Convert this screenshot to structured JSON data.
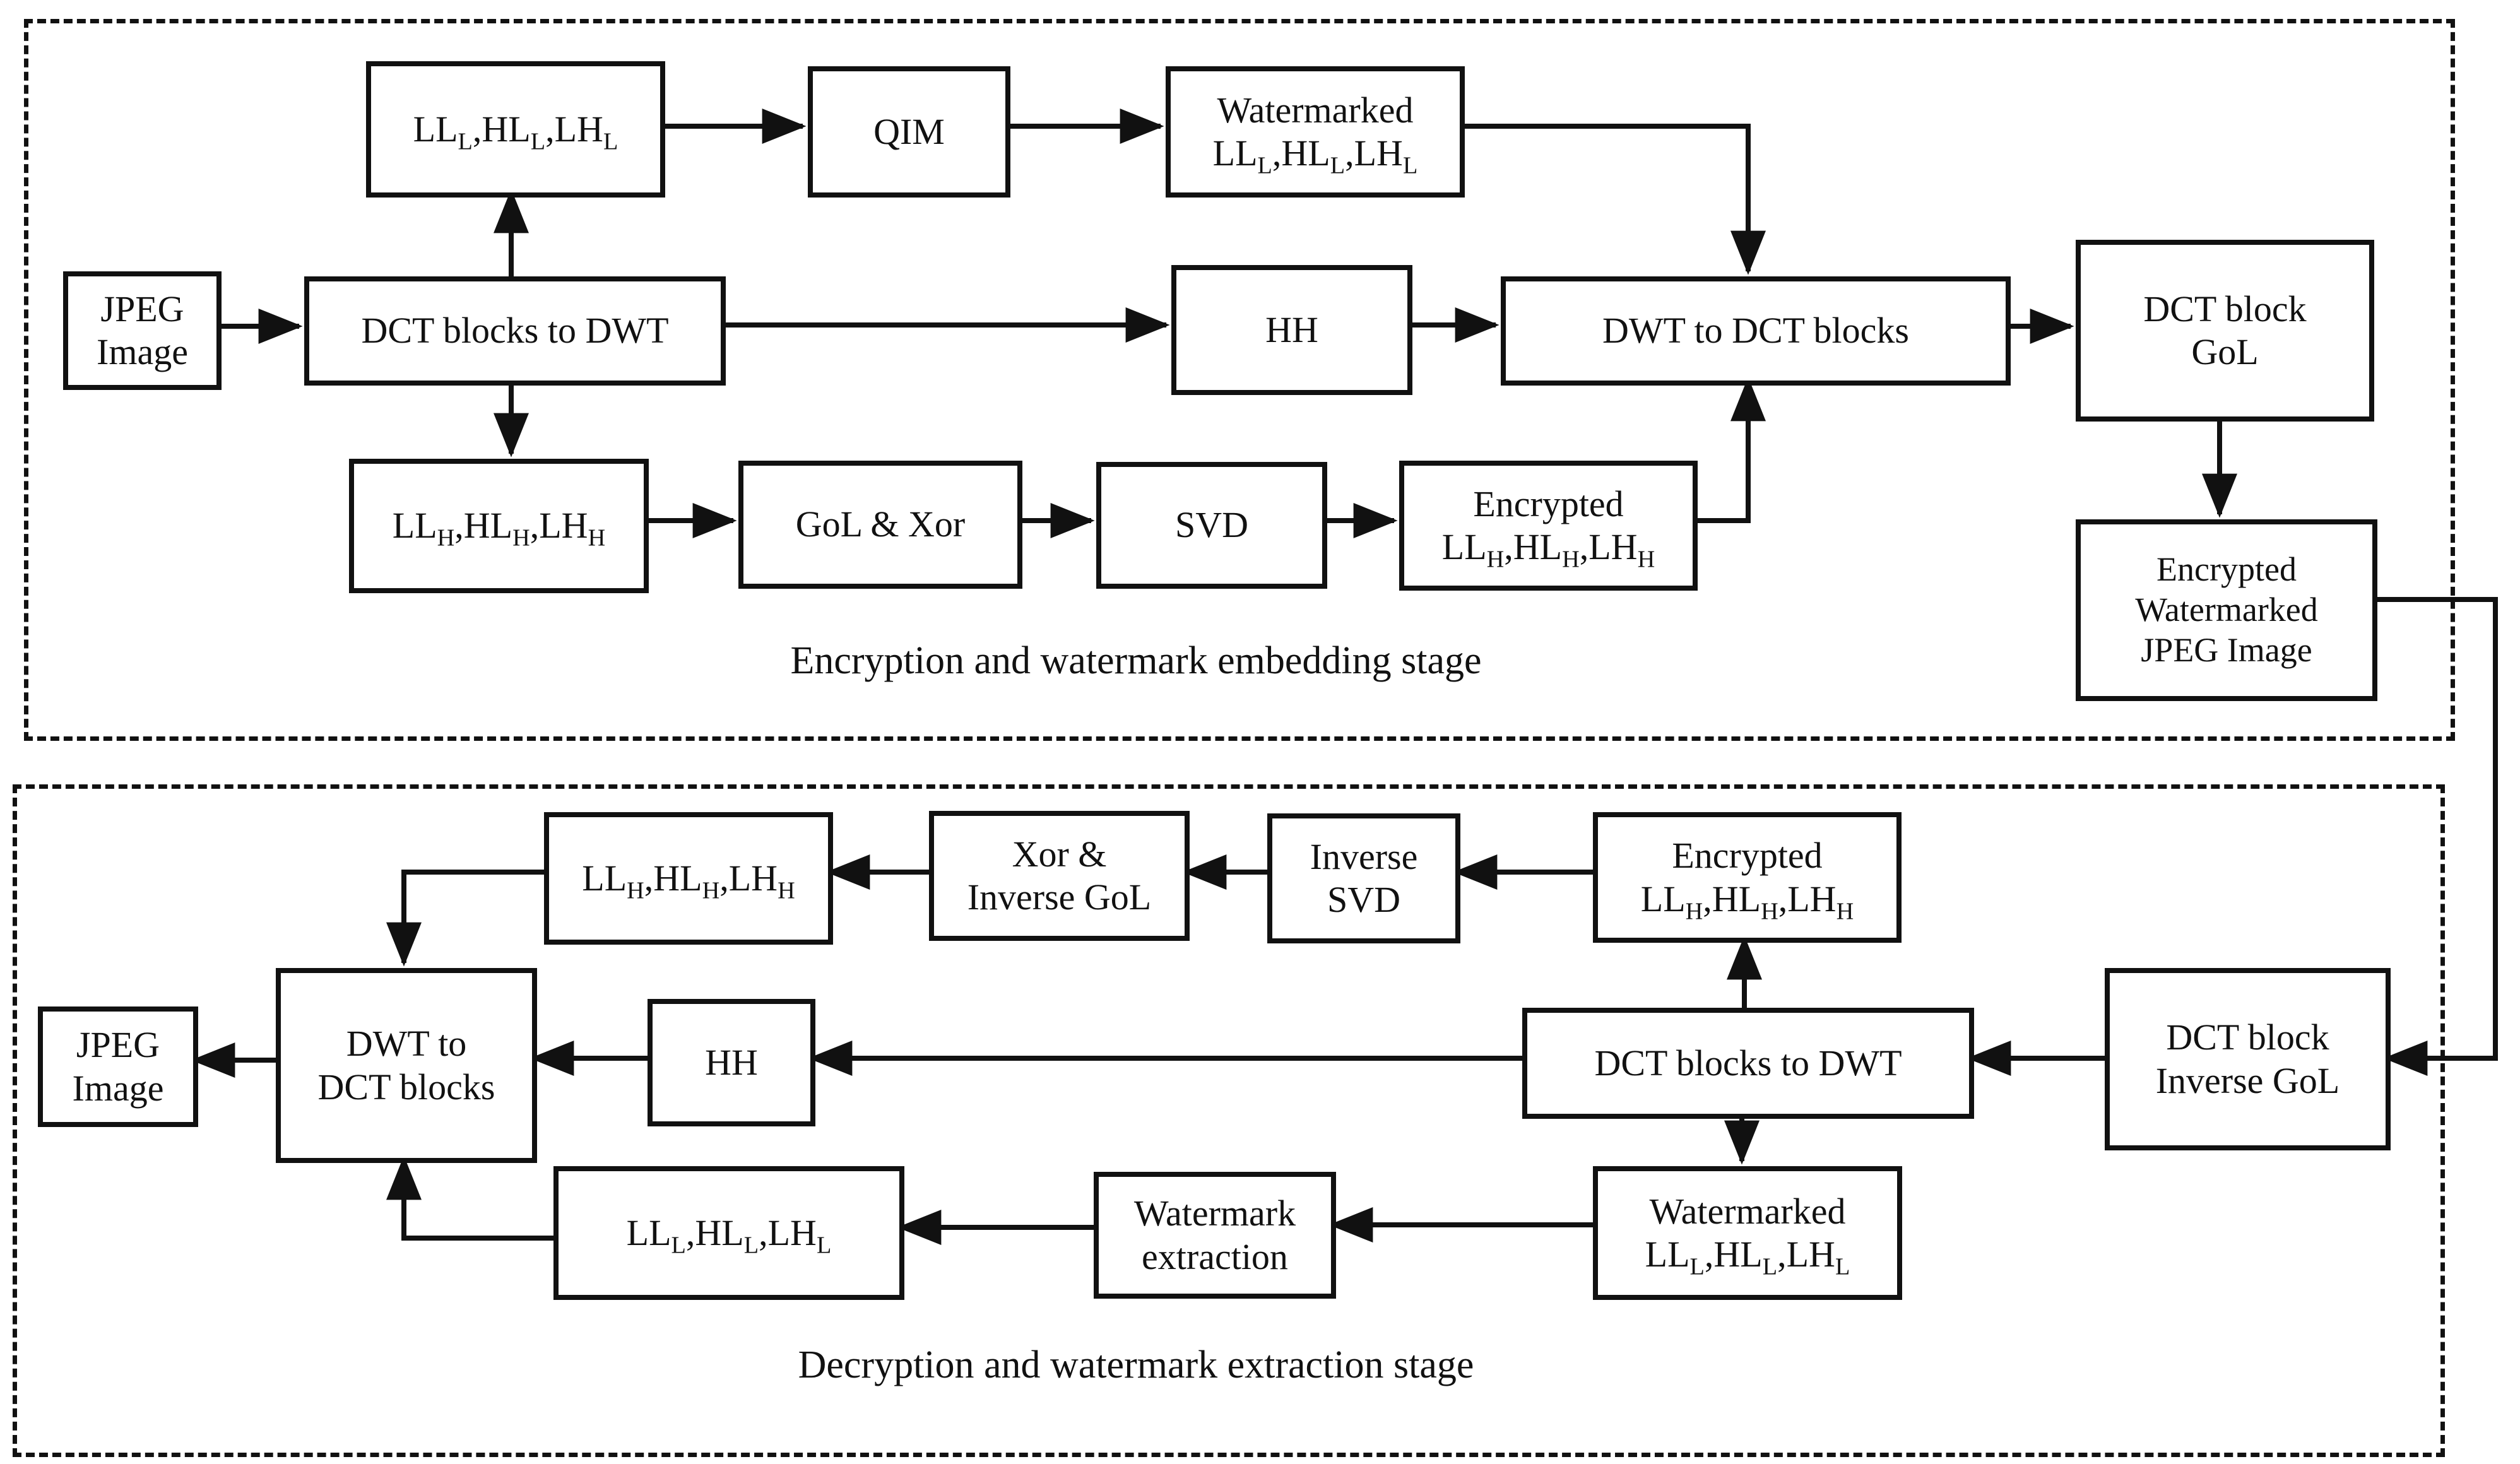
{
  "figure": {
    "background": "#ffffff",
    "line_color": "#111111",
    "stages": {
      "embedding": {
        "label": "Encryption and watermark embedding stage",
        "boxes": {
          "lll": {
            "lines": [
              [
                {
                  "t": "LL"
                },
                {
                  "t": "L",
                  "sub": true
                },
                {
                  "t": ","
                },
                {
                  "t": "HL"
                },
                {
                  "t": "L",
                  "sub": true
                },
                {
                  "t": ","
                },
                {
                  "t": "LH"
                },
                {
                  "t": "L",
                  "sub": true
                }
              ]
            ]
          },
          "qim": {
            "lines": [
              [
                {
                  "t": "QIM"
                }
              ]
            ]
          },
          "wm_lll": {
            "lines": [
              [
                {
                  "t": "Watermarked"
                }
              ],
              [
                {
                  "t": "LL"
                },
                {
                  "t": "L",
                  "sub": true
                },
                {
                  "t": ","
                },
                {
                  "t": "HL"
                },
                {
                  "t": "L",
                  "sub": true
                },
                {
                  "t": ","
                },
                {
                  "t": "LH"
                },
                {
                  "t": "L",
                  "sub": true
                }
              ]
            ]
          },
          "jpeg": {
            "lines": [
              [
                {
                  "t": "JPEG"
                }
              ],
              [
                {
                  "t": "Image"
                }
              ]
            ]
          },
          "dct2dwt": {
            "lines": [
              [
                {
                  "t": "DCT blocks to DWT"
                }
              ]
            ]
          },
          "hh": {
            "lines": [
              [
                {
                  "t": "HH"
                }
              ]
            ]
          },
          "dwt2dct": {
            "lines": [
              [
                {
                  "t": "DWT to DCT blocks"
                }
              ]
            ]
          },
          "gol": {
            "lines": [
              [
                {
                  "t": "DCT block"
                }
              ],
              [
                {
                  "t": "GoL"
                }
              ]
            ]
          },
          "llh": {
            "lines": [
              [
                {
                  "t": "LL"
                },
                {
                  "t": "H",
                  "sub": true
                },
                {
                  "t": ","
                },
                {
                  "t": "HL"
                },
                {
                  "t": "H",
                  "sub": true
                },
                {
                  "t": ","
                },
                {
                  "t": "LH"
                },
                {
                  "t": "H",
                  "sub": true
                }
              ]
            ]
          },
          "golxor": {
            "lines": [
              [
                {
                  "t": "GoL & Xor"
                }
              ]
            ]
          },
          "svd": {
            "lines": [
              [
                {
                  "t": "SVD"
                }
              ]
            ]
          },
          "enc_llh": {
            "lines": [
              [
                {
                  "t": "Encrypted"
                }
              ],
              [
                {
                  "t": "LL"
                },
                {
                  "t": "H",
                  "sub": true
                },
                {
                  "t": ","
                },
                {
                  "t": "HL"
                },
                {
                  "t": "H",
                  "sub": true
                },
                {
                  "t": ","
                },
                {
                  "t": "LH"
                },
                {
                  "t": "H",
                  "sub": true
                }
              ]
            ]
          },
          "enc_wm": {
            "lines": [
              [
                {
                  "t": "Encrypted"
                }
              ],
              [
                {
                  "t": "Watermarked"
                }
              ],
              [
                {
                  "t": "JPEG Image"
                }
              ]
            ]
          }
        }
      },
      "extraction": {
        "label": "Decryption and watermark extraction stage",
        "boxes": {
          "llh": {
            "lines": [
              [
                {
                  "t": "LL"
                },
                {
                  "t": "H",
                  "sub": true
                },
                {
                  "t": ","
                },
                {
                  "t": "HL"
                },
                {
                  "t": "H",
                  "sub": true
                },
                {
                  "t": ","
                },
                {
                  "t": "LH"
                },
                {
                  "t": "H",
                  "sub": true
                }
              ]
            ]
          },
          "xorgol": {
            "lines": [
              [
                {
                  "t": "Xor &"
                }
              ],
              [
                {
                  "t": "Inverse GoL"
                }
              ]
            ]
          },
          "invsvd": {
            "lines": [
              [
                {
                  "t": "Inverse"
                }
              ],
              [
                {
                  "t": "SVD"
                }
              ]
            ]
          },
          "enc_llh": {
            "lines": [
              [
                {
                  "t": "Encrypted"
                }
              ],
              [
                {
                  "t": "LL"
                },
                {
                  "t": "H",
                  "sub": true
                },
                {
                  "t": ","
                },
                {
                  "t": "HL"
                },
                {
                  "t": "H",
                  "sub": true
                },
                {
                  "t": ","
                },
                {
                  "t": "LH"
                },
                {
                  "t": "H",
                  "sub": true
                }
              ]
            ]
          },
          "jpeg": {
            "lines": [
              [
                {
                  "t": "JPEG"
                }
              ],
              [
                {
                  "t": "Image"
                }
              ]
            ]
          },
          "dwt2dct": {
            "lines": [
              [
                {
                  "t": "DWT to"
                }
              ],
              [
                {
                  "t": "DCT blocks"
                }
              ]
            ]
          },
          "hh": {
            "lines": [
              [
                {
                  "t": "HH"
                }
              ]
            ]
          },
          "dct2dwt": {
            "lines": [
              [
                {
                  "t": "DCT blocks to DWT"
                }
              ]
            ]
          },
          "invgol": {
            "lines": [
              [
                {
                  "t": "DCT block"
                }
              ],
              [
                {
                  "t": "Inverse GoL"
                }
              ]
            ]
          },
          "lll": {
            "lines": [
              [
                {
                  "t": "LL"
                },
                {
                  "t": "L",
                  "sub": true
                },
                {
                  "t": ","
                },
                {
                  "t": "HL"
                },
                {
                  "t": "L",
                  "sub": true
                },
                {
                  "t": ","
                },
                {
                  "t": "LH"
                },
                {
                  "t": "L",
                  "sub": true
                }
              ]
            ]
          },
          "wmext": {
            "lines": [
              [
                {
                  "t": "Watermark"
                }
              ],
              [
                {
                  "t": "extraction"
                }
              ]
            ]
          },
          "wm_lll": {
            "lines": [
              [
                {
                  "t": "Watermarked"
                }
              ],
              [
                {
                  "t": "LL"
                },
                {
                  "t": "L",
                  "sub": true
                },
                {
                  "t": ","
                },
                {
                  "t": "HL"
                },
                {
                  "t": "L",
                  "sub": true
                },
                {
                  "t": ","
                },
                {
                  "t": "LH"
                },
                {
                  "t": "L",
                  "sub": true
                }
              ]
            ]
          }
        }
      }
    },
    "connections": [
      {
        "stage": "embedding",
        "from": "jpeg-image",
        "to": "dct-blocks-to-dwt"
      },
      {
        "stage": "embedding",
        "from": "dct-blocks-to-dwt",
        "to": "ll-hl-lh-L"
      },
      {
        "stage": "embedding",
        "from": "dct-blocks-to-dwt",
        "to": "ll-hl-lh-H"
      },
      {
        "stage": "embedding",
        "from": "ll-hl-lh-L",
        "to": "qim"
      },
      {
        "stage": "embedding",
        "from": "qim",
        "to": "watermarked-ll-hl-lh-L"
      },
      {
        "stage": "embedding",
        "from": "watermarked-ll-hl-lh-L",
        "to": "dwt-to-dct-blocks"
      },
      {
        "stage": "embedding",
        "from": "dct-blocks-to-dwt",
        "to": "hh"
      },
      {
        "stage": "embedding",
        "from": "hh",
        "to": "dwt-to-dct-blocks"
      },
      {
        "stage": "embedding",
        "from": "ll-hl-lh-H",
        "to": "gol-and-xor"
      },
      {
        "stage": "embedding",
        "from": "gol-and-xor",
        "to": "svd"
      },
      {
        "stage": "embedding",
        "from": "svd",
        "to": "encrypted-ll-hl-lh-H"
      },
      {
        "stage": "embedding",
        "from": "encrypted-ll-hl-lh-H",
        "to": "dwt-to-dct-blocks"
      },
      {
        "stage": "embedding",
        "from": "dwt-to-dct-blocks",
        "to": "dct-block-gol"
      },
      {
        "stage": "embedding",
        "from": "dct-block-gol",
        "to": "encrypted-watermarked-jpeg-image"
      },
      {
        "stage": "cross",
        "from": "encrypted-watermarked-jpeg-image",
        "to": "dct-block-inverse-gol"
      },
      {
        "stage": "extraction",
        "from": "dct-block-inverse-gol",
        "to": "dct-blocks-to-dwt"
      },
      {
        "stage": "extraction",
        "from": "dct-blocks-to-dwt",
        "to": "encrypted-ll-hl-lh-H"
      },
      {
        "stage": "extraction",
        "from": "encrypted-ll-hl-lh-H",
        "to": "inverse-svd"
      },
      {
        "stage": "extraction",
        "from": "inverse-svd",
        "to": "xor-and-inverse-gol"
      },
      {
        "stage": "extraction",
        "from": "xor-and-inverse-gol",
        "to": "ll-hl-lh-H"
      },
      {
        "stage": "extraction",
        "from": "ll-hl-lh-H",
        "to": "dwt-to-dct-blocks"
      },
      {
        "stage": "extraction",
        "from": "dct-blocks-to-dwt",
        "to": "hh"
      },
      {
        "stage": "extraction",
        "from": "hh",
        "to": "dwt-to-dct-blocks"
      },
      {
        "stage": "extraction",
        "from": "dct-blocks-to-dwt",
        "to": "watermarked-ll-hl-lh-L"
      },
      {
        "stage": "extraction",
        "from": "watermarked-ll-hl-lh-L",
        "to": "watermark-extraction"
      },
      {
        "stage": "extraction",
        "from": "watermark-extraction",
        "to": "ll-hl-lh-L"
      },
      {
        "stage": "extraction",
        "from": "ll-hl-lh-L",
        "to": "dwt-to-dct-blocks"
      },
      {
        "stage": "extraction",
        "from": "dwt-to-dct-blocks",
        "to": "jpeg-image"
      }
    ]
  }
}
